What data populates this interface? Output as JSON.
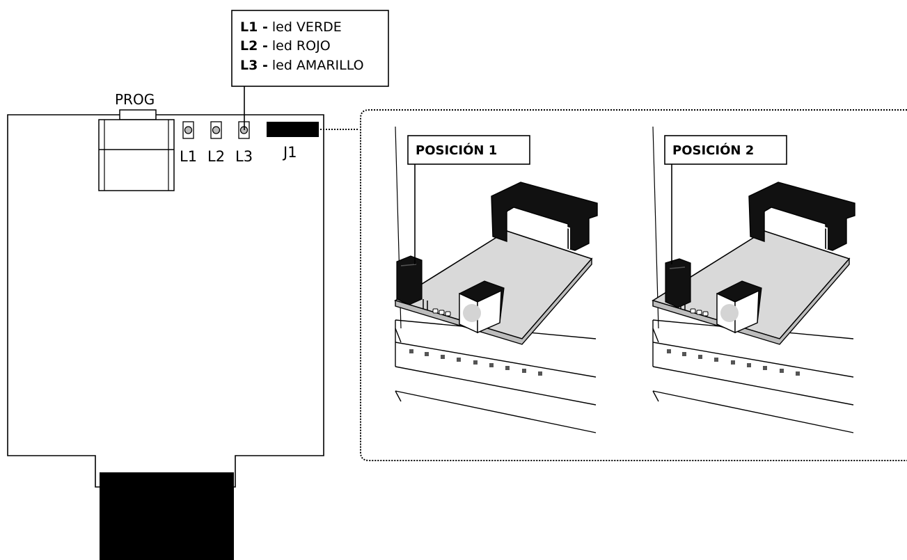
{
  "legend": {
    "items": [
      {
        "code": "L1 -",
        "text": " led VERDE"
      },
      {
        "code": "L2 -",
        "text": " led ROJO"
      },
      {
        "code": "L3 -",
        "text": " led AMARILLO"
      }
    ]
  },
  "board": {
    "prog_label": "PROG",
    "led_labels": [
      "L1",
      "L2",
      "L3"
    ],
    "jumper_label": "J1"
  },
  "detail": {
    "positions": [
      {
        "label": "POSICIÓN 1"
      },
      {
        "label": "POSICIÓN 2"
      }
    ]
  },
  "colors": {
    "stroke": "#000000",
    "board_fill": "#d9d9d9",
    "button_cap": "#cfcfcf",
    "dark": "#1a1a1a"
  }
}
